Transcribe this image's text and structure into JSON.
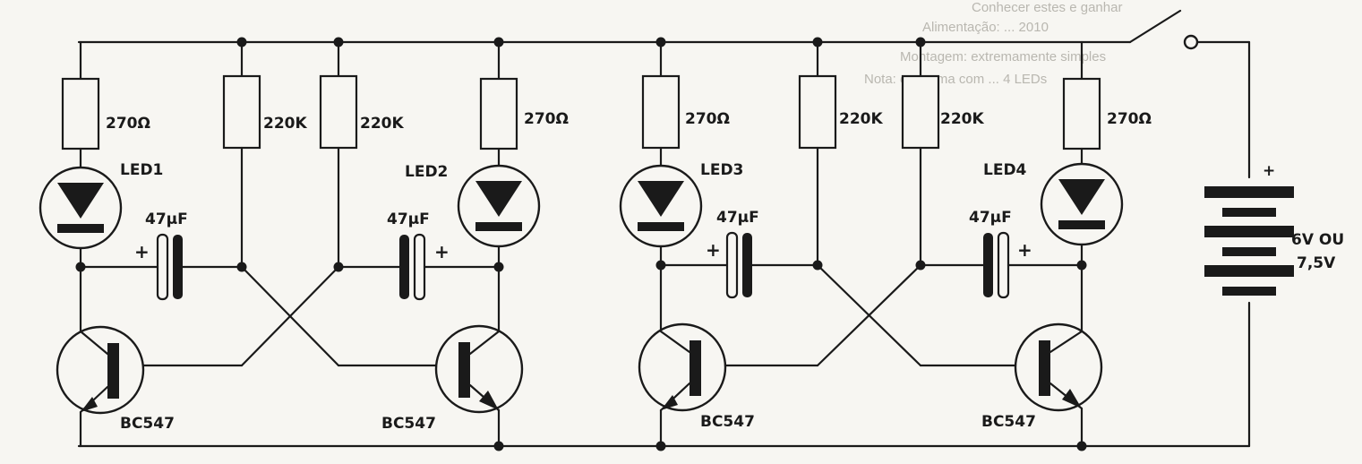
{
  "background_text": [
    "Conhecer estes e ganhar",
    "Alimentação: ... 2010",
    "Montagem: extremamente simples",
    "Nota: esquema com ... 4 LEDs"
  ],
  "labels": {
    "r270": "270Ω",
    "r220": "220K",
    "cap": "47µF",
    "plus": "+",
    "led1": "LED1",
    "led2": "LED2",
    "led3": "LED3",
    "led4": "LED4",
    "transistor": "BC547",
    "battery_plus": "+",
    "supply_line1": "6V OU",
    "supply_line2": "7,5V"
  },
  "colors": {
    "ink": "#1a1a1a",
    "paper": "#f7f6f2"
  }
}
